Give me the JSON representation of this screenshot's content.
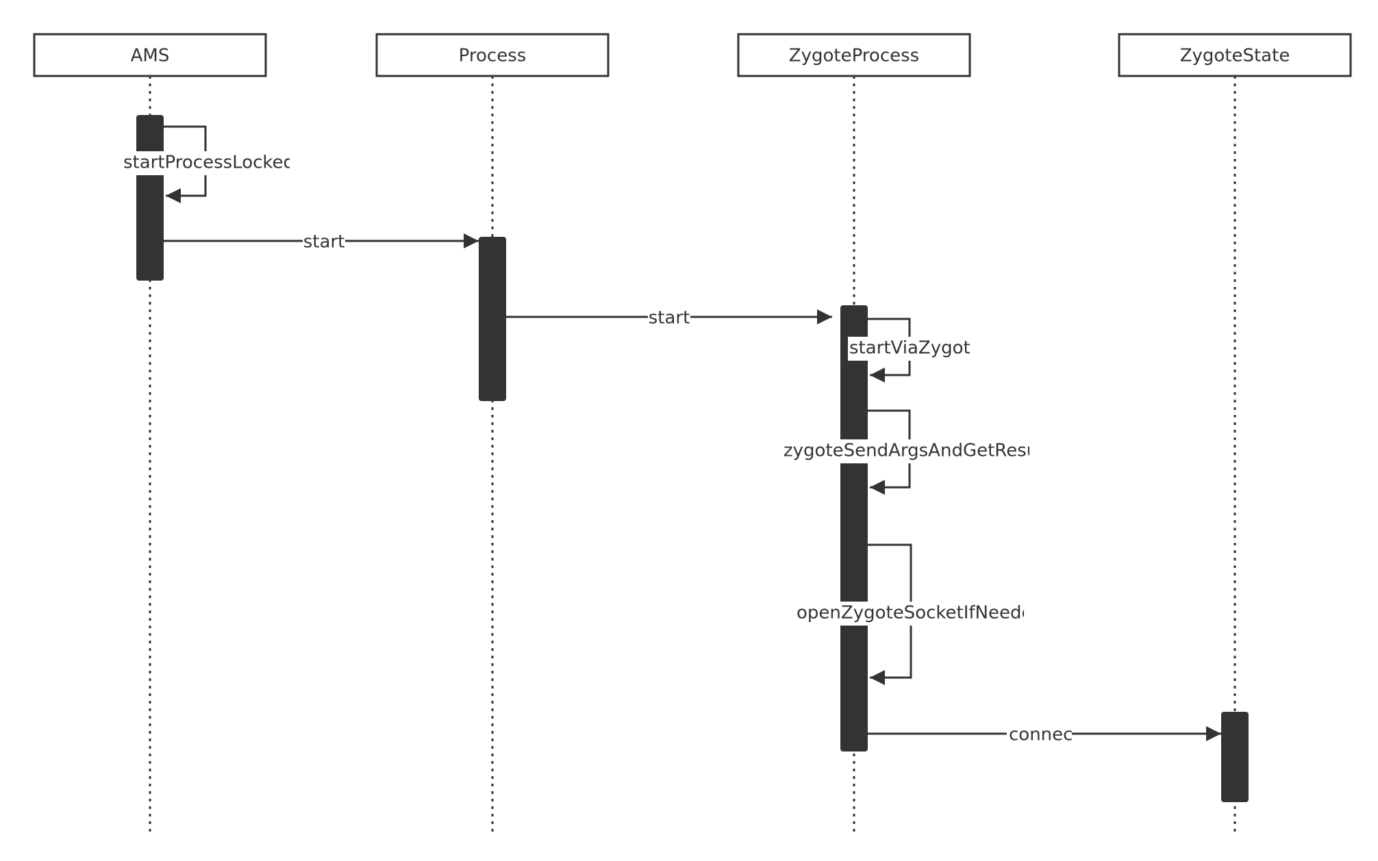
{
  "diagram": {
    "type": "sequence",
    "colors": {
      "stroke": "#333333",
      "activation": "#333333",
      "background": "#ffffff",
      "text": "#333333"
    },
    "participants": [
      {
        "id": "ams",
        "label": "AMS"
      },
      {
        "id": "process",
        "label": "Process"
      },
      {
        "id": "zygote_process",
        "label": "ZygoteProcess"
      },
      {
        "id": "zygote_state",
        "label": "ZygoteState"
      }
    ],
    "messages": [
      {
        "label": "startProcessLocked",
        "from": "ams",
        "to": "ams",
        "self": true
      },
      {
        "label": "start",
        "from": "ams",
        "to": "process",
        "self": false
      },
      {
        "label": "start",
        "from": "process",
        "to": "zygote_process",
        "self": false
      },
      {
        "label": "startViaZygote",
        "from": "zygote_process",
        "to": "zygote_process",
        "self": true
      },
      {
        "label": "zygoteSendArgsAndGetResult",
        "from": "zygote_process",
        "to": "zygote_process",
        "self": true
      },
      {
        "label": "openZygoteSocketIfNeeded",
        "from": "zygote_process",
        "to": "zygote_process",
        "self": true
      },
      {
        "label": "connect",
        "from": "zygote_process",
        "to": "zygote_state",
        "self": false
      }
    ]
  }
}
